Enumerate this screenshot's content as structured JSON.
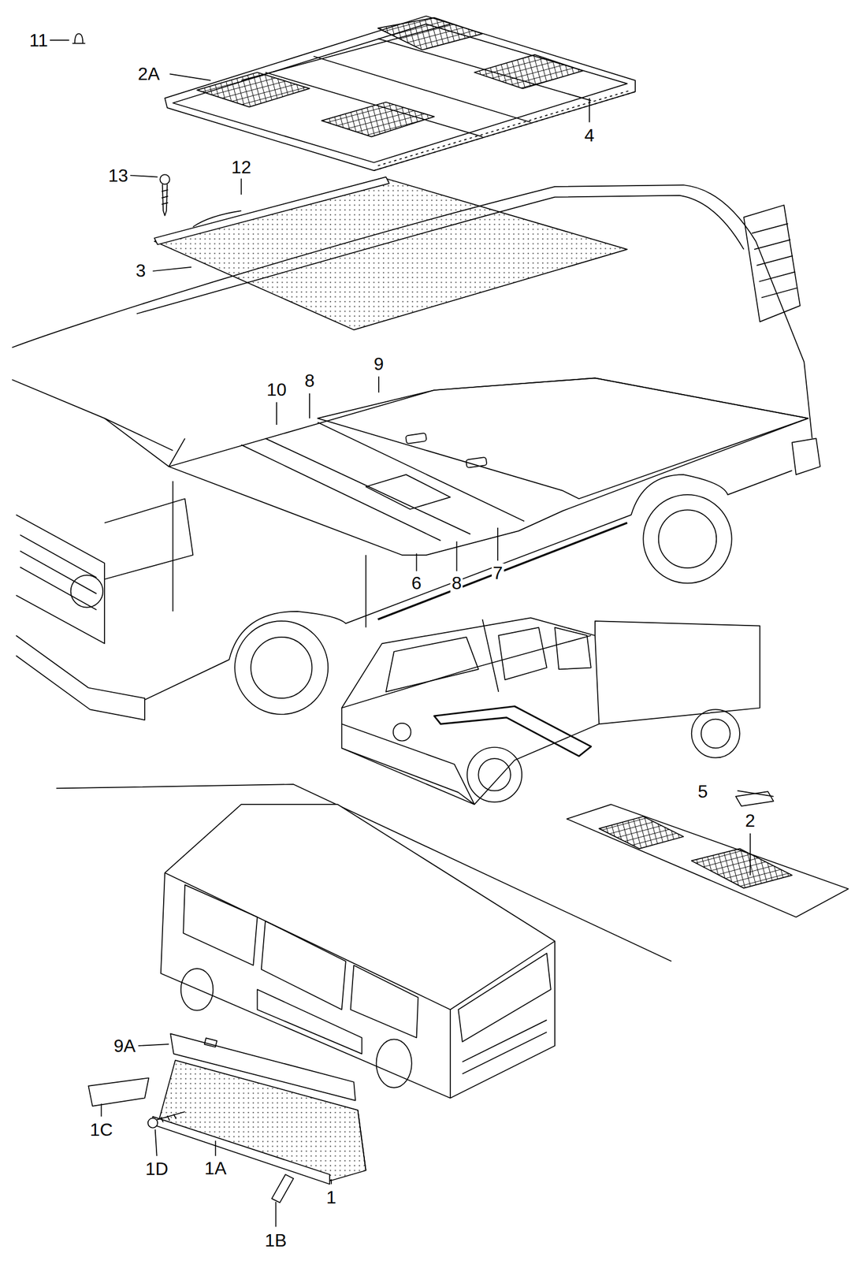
{
  "diagram": {
    "labels": [
      "11",
      "2A",
      "4",
      "12",
      "13",
      "3",
      "10",
      "8",
      "9",
      "6",
      "8",
      "7",
      "5",
      "2",
      "9A",
      "1C",
      "1D",
      "1A",
      "1",
      "1B"
    ]
  }
}
